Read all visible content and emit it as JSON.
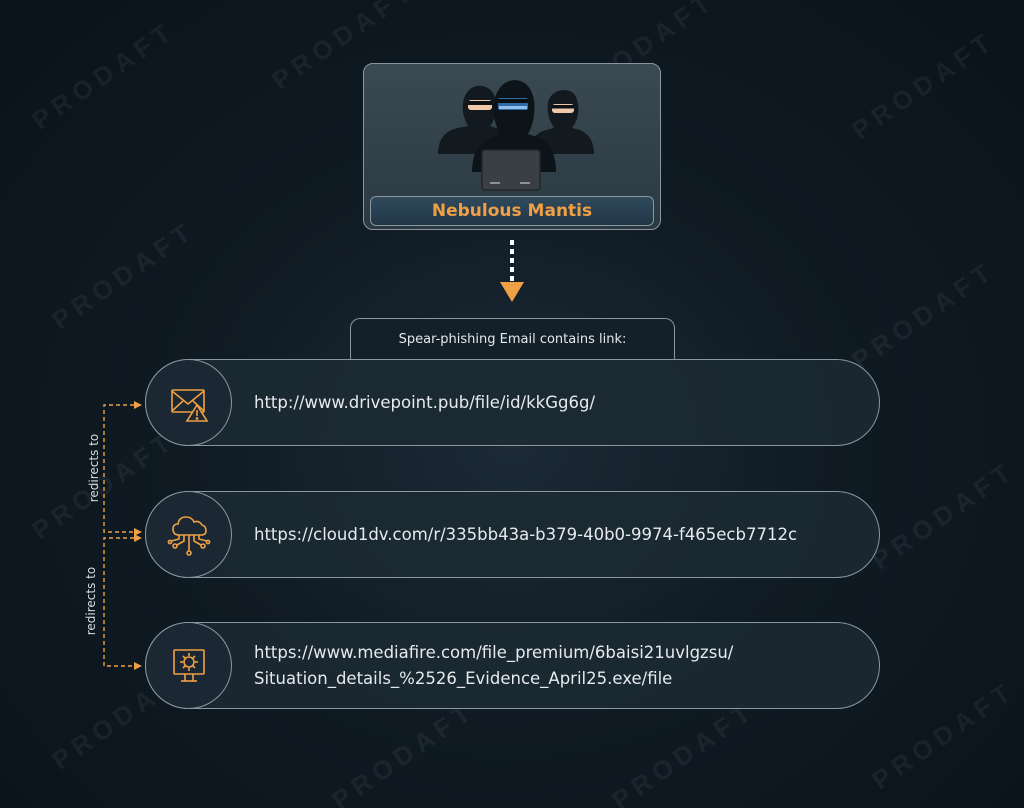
{
  "actor": {
    "name": "Nebulous Mantis",
    "icon": "hooded-hackers-icon"
  },
  "header": {
    "title": "Spear-phishing Email contains link:"
  },
  "chain": [
    {
      "icon": "email-warning-icon",
      "lines": [
        "http://www.drivepoint.pub/file/id/kkGg6g/"
      ]
    },
    {
      "icon": "cloud-network-icon",
      "lines": [
        "https://cloud1dv.com/r/335bb43a-b379-40b0-9974-f465ecb7712c"
      ]
    },
    {
      "icon": "malware-monitor-icon",
      "lines": [
        "https://www.mediafire.com/file_premium/6baisi21uvlgzsu/",
        "Situation_details_%2526_Evidence_April25.exe/file"
      ]
    }
  ],
  "connectors": {
    "first_label": "redirects to",
    "second_label": "redirects to"
  },
  "watermark": "PRODAFT",
  "colors": {
    "accent": "#f0a044",
    "border": "#8a96a0",
    "background": "#0f1a23"
  }
}
